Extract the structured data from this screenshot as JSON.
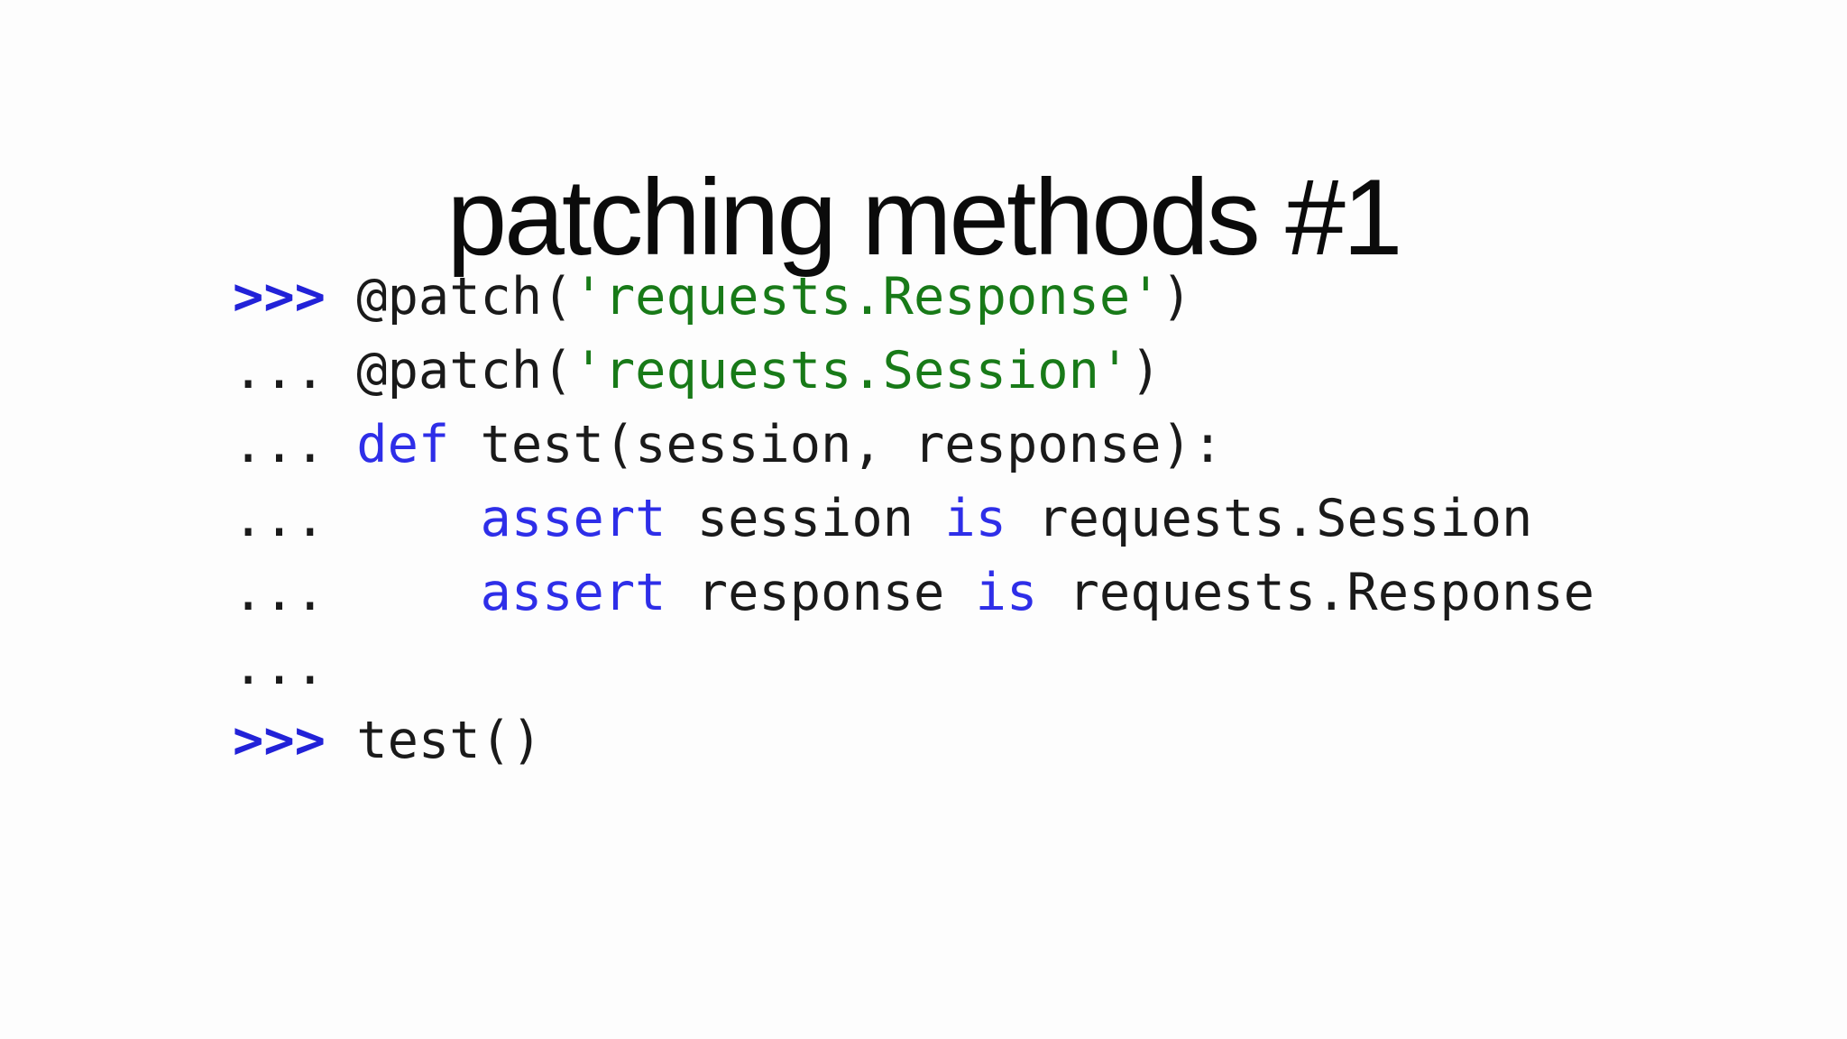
{
  "slide": {
    "title": "patching methods #1"
  },
  "code": {
    "lines": [
      {
        "segments": [
          {
            "type": "prompt",
            "text": ">>> "
          },
          {
            "type": "plain",
            "text": "@patch("
          },
          {
            "type": "string",
            "text": "'requests.Response'"
          },
          {
            "type": "plain",
            "text": ")"
          }
        ]
      },
      {
        "segments": [
          {
            "type": "plain",
            "text": "... @patch("
          },
          {
            "type": "string",
            "text": "'requests.Session'"
          },
          {
            "type": "plain",
            "text": ")"
          }
        ]
      },
      {
        "segments": [
          {
            "type": "plain",
            "text": "... "
          },
          {
            "type": "keyword",
            "text": "def"
          },
          {
            "type": "plain",
            "text": " test(session, response):"
          }
        ]
      },
      {
        "segments": [
          {
            "type": "plain",
            "text": "...     "
          },
          {
            "type": "keyword",
            "text": "assert"
          },
          {
            "type": "plain",
            "text": " session "
          },
          {
            "type": "keyword",
            "text": "is"
          },
          {
            "type": "plain",
            "text": " requests.Session"
          }
        ]
      },
      {
        "segments": [
          {
            "type": "plain",
            "text": "...     "
          },
          {
            "type": "keyword",
            "text": "assert"
          },
          {
            "type": "plain",
            "text": " response "
          },
          {
            "type": "keyword",
            "text": "is"
          },
          {
            "type": "plain",
            "text": " requests.Response"
          }
        ]
      },
      {
        "segments": [
          {
            "type": "plain",
            "text": "..."
          }
        ]
      },
      {
        "segments": [
          {
            "type": "prompt",
            "text": ">>> "
          },
          {
            "type": "plain",
            "text": "test()"
          }
        ]
      }
    ]
  },
  "colors": {
    "background": "#fdfdfd",
    "title": "#0b0b0b",
    "text": "#1a1a1a",
    "prompt": "#2222d8",
    "keyword": "#2e2ee8",
    "string": "#187a18"
  }
}
